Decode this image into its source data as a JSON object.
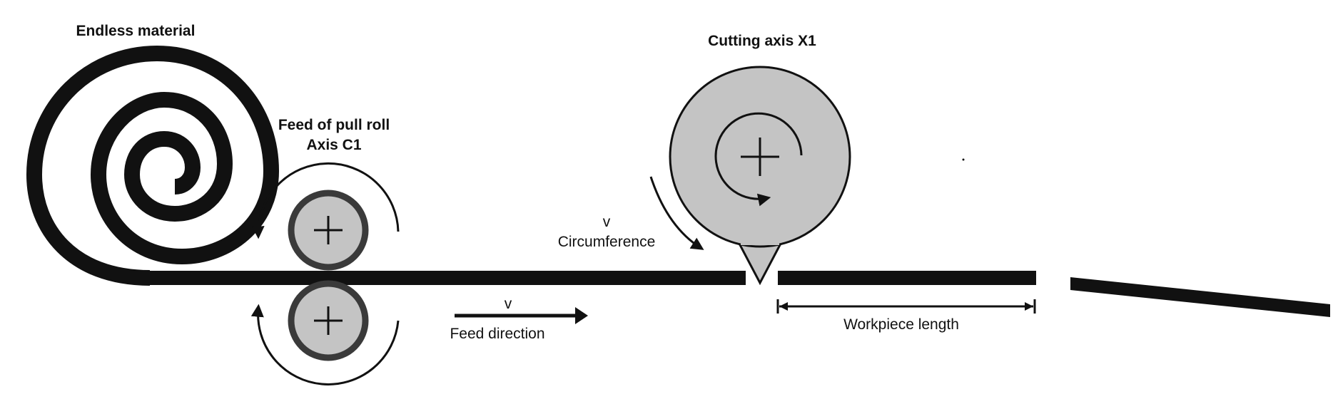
{
  "labels": {
    "endless_material": "Endless material",
    "feed_of_pull_roll": "Feed of pull roll",
    "axis_c1": "Axis C1",
    "cutting_axis": "Cutting axis X1",
    "v_circumference": "v",
    "circumference": "Circumference",
    "v_feed": "v",
    "feed_direction": "Feed direction",
    "workpiece_length": "Workpiece length"
  },
  "colors": {
    "ink": "#111111",
    "roll_fill": "#c4c4c4",
    "roll_stroke": "#3a3a3a",
    "background": "#ffffff"
  }
}
